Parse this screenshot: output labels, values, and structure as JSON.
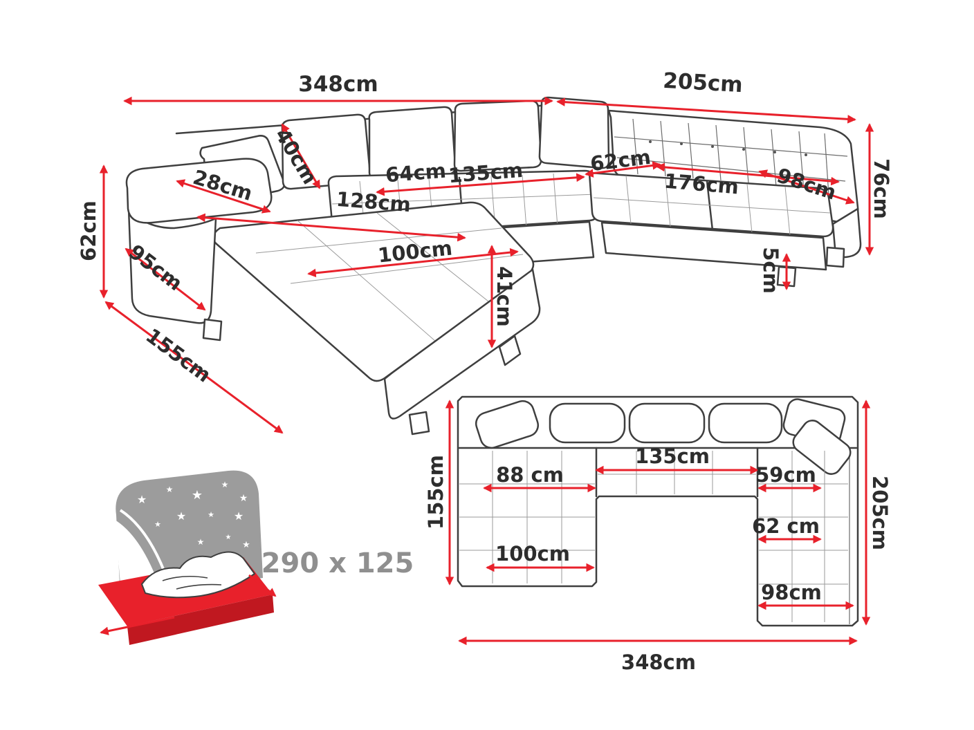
{
  "colors": {
    "accent": "#e8212b",
    "line": "#3f3f3f",
    "text": "#2d2d2d",
    "muted": "#8f8f8f"
  },
  "icons": {
    "star": "★"
  },
  "perspective_view": {
    "back_width": "348cm",
    "right_side_depth": "205cm",
    "back_cushion": "40cm",
    "armrest_width": "28cm",
    "seat_64": "64cm",
    "seat_135": "135cm",
    "seat_62": "62cm",
    "seat_176": "176cm",
    "seat_98": "98cm",
    "back_height": "76cm",
    "arm_height": "62cm",
    "chaise_128": "128cm",
    "side_95": "95cm",
    "chaise_100": "100cm",
    "seat_height": "41cm",
    "leg_height": "5cm",
    "chaise_depth": "155cm"
  },
  "sleeping_area": {
    "dimensions": "290 x 125"
  },
  "plan_view": {
    "left_depth": "155cm",
    "middle_seat": "135cm",
    "left_seat": "88 cm",
    "right_seat_59": "59cm",
    "right_seat_62": "62 cm",
    "chaise_width": "100cm",
    "right_seat_98": "98cm",
    "right_depth": "205cm",
    "total_width": "348cm"
  }
}
